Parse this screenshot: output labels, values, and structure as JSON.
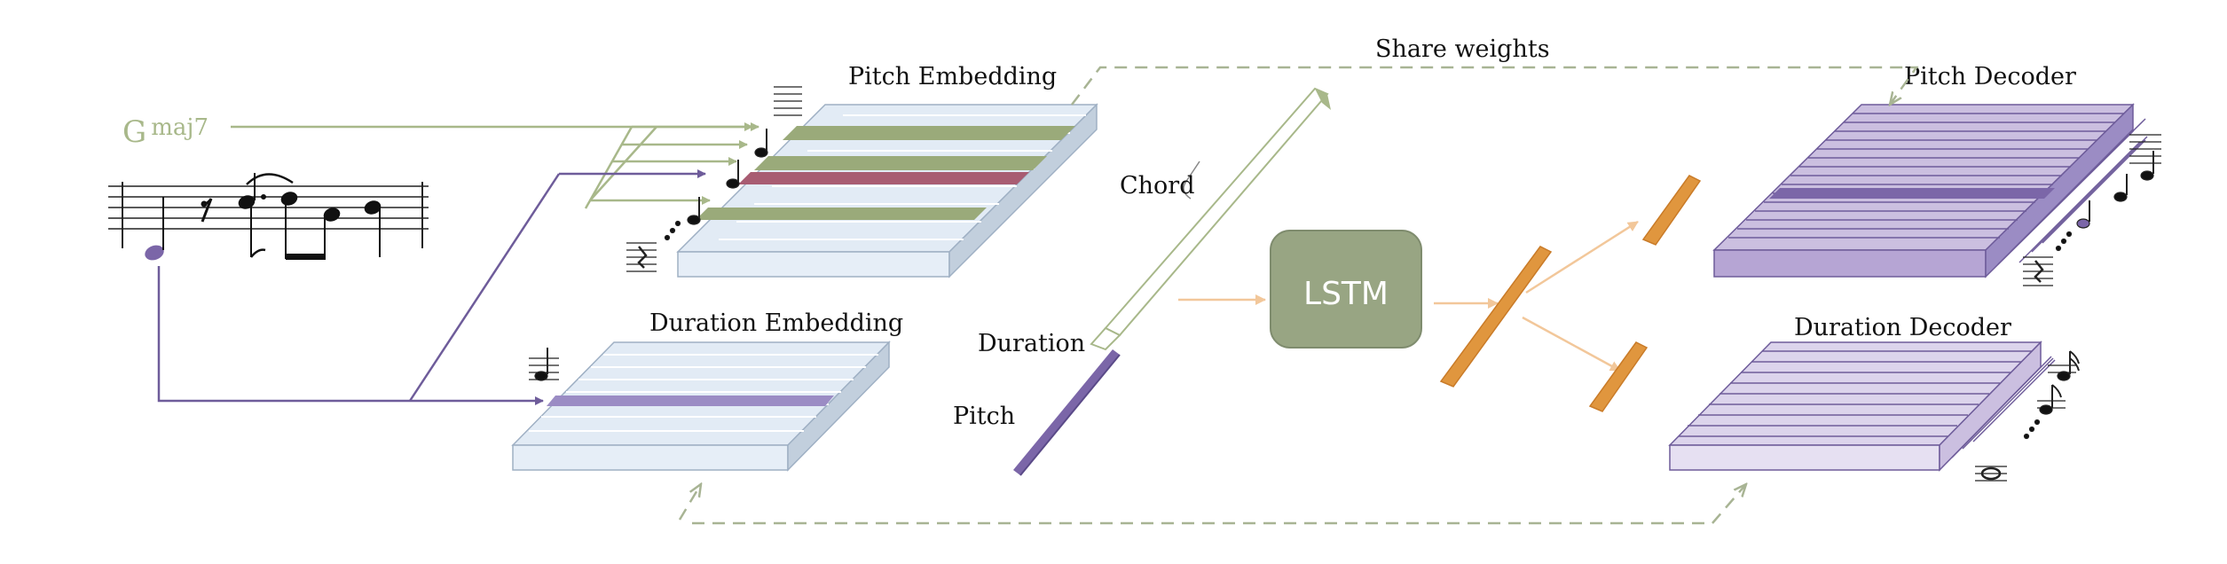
{
  "chord_symbol": {
    "root": "G",
    "quality": "maj7"
  },
  "labels": {
    "share_weights": "Share weights",
    "pitch_embedding": "Pitch Embedding",
    "duration_embedding": "Duration Embedding",
    "chord": "Chord",
    "duration": "Duration",
    "pitch": "Pitch",
    "lstm": "LSTM",
    "pitch_decoder": "Pitch Decoder",
    "duration_decoder": "Duration Decoder"
  },
  "colors": {
    "chord_green": "#a8b88a",
    "lstm_green": "#98a583",
    "pitch_purple": "#7b66a8",
    "purple_light": "#cbbfe0",
    "purple_mid": "#b6a5d4",
    "embedding_blue": "#e2ebf5",
    "embedding_dark": "#b8c6d6",
    "olive": "#9aaa7a",
    "rose": "#a85c72",
    "orange": "#e0963e",
    "orange_light": "#f2c79a",
    "dash": "#a8b494"
  },
  "icons": [
    "treble-clef-staff-icon",
    "note-icon",
    "rest-icon",
    "whole-note-icon",
    "sixteenth-note-icon"
  ]
}
